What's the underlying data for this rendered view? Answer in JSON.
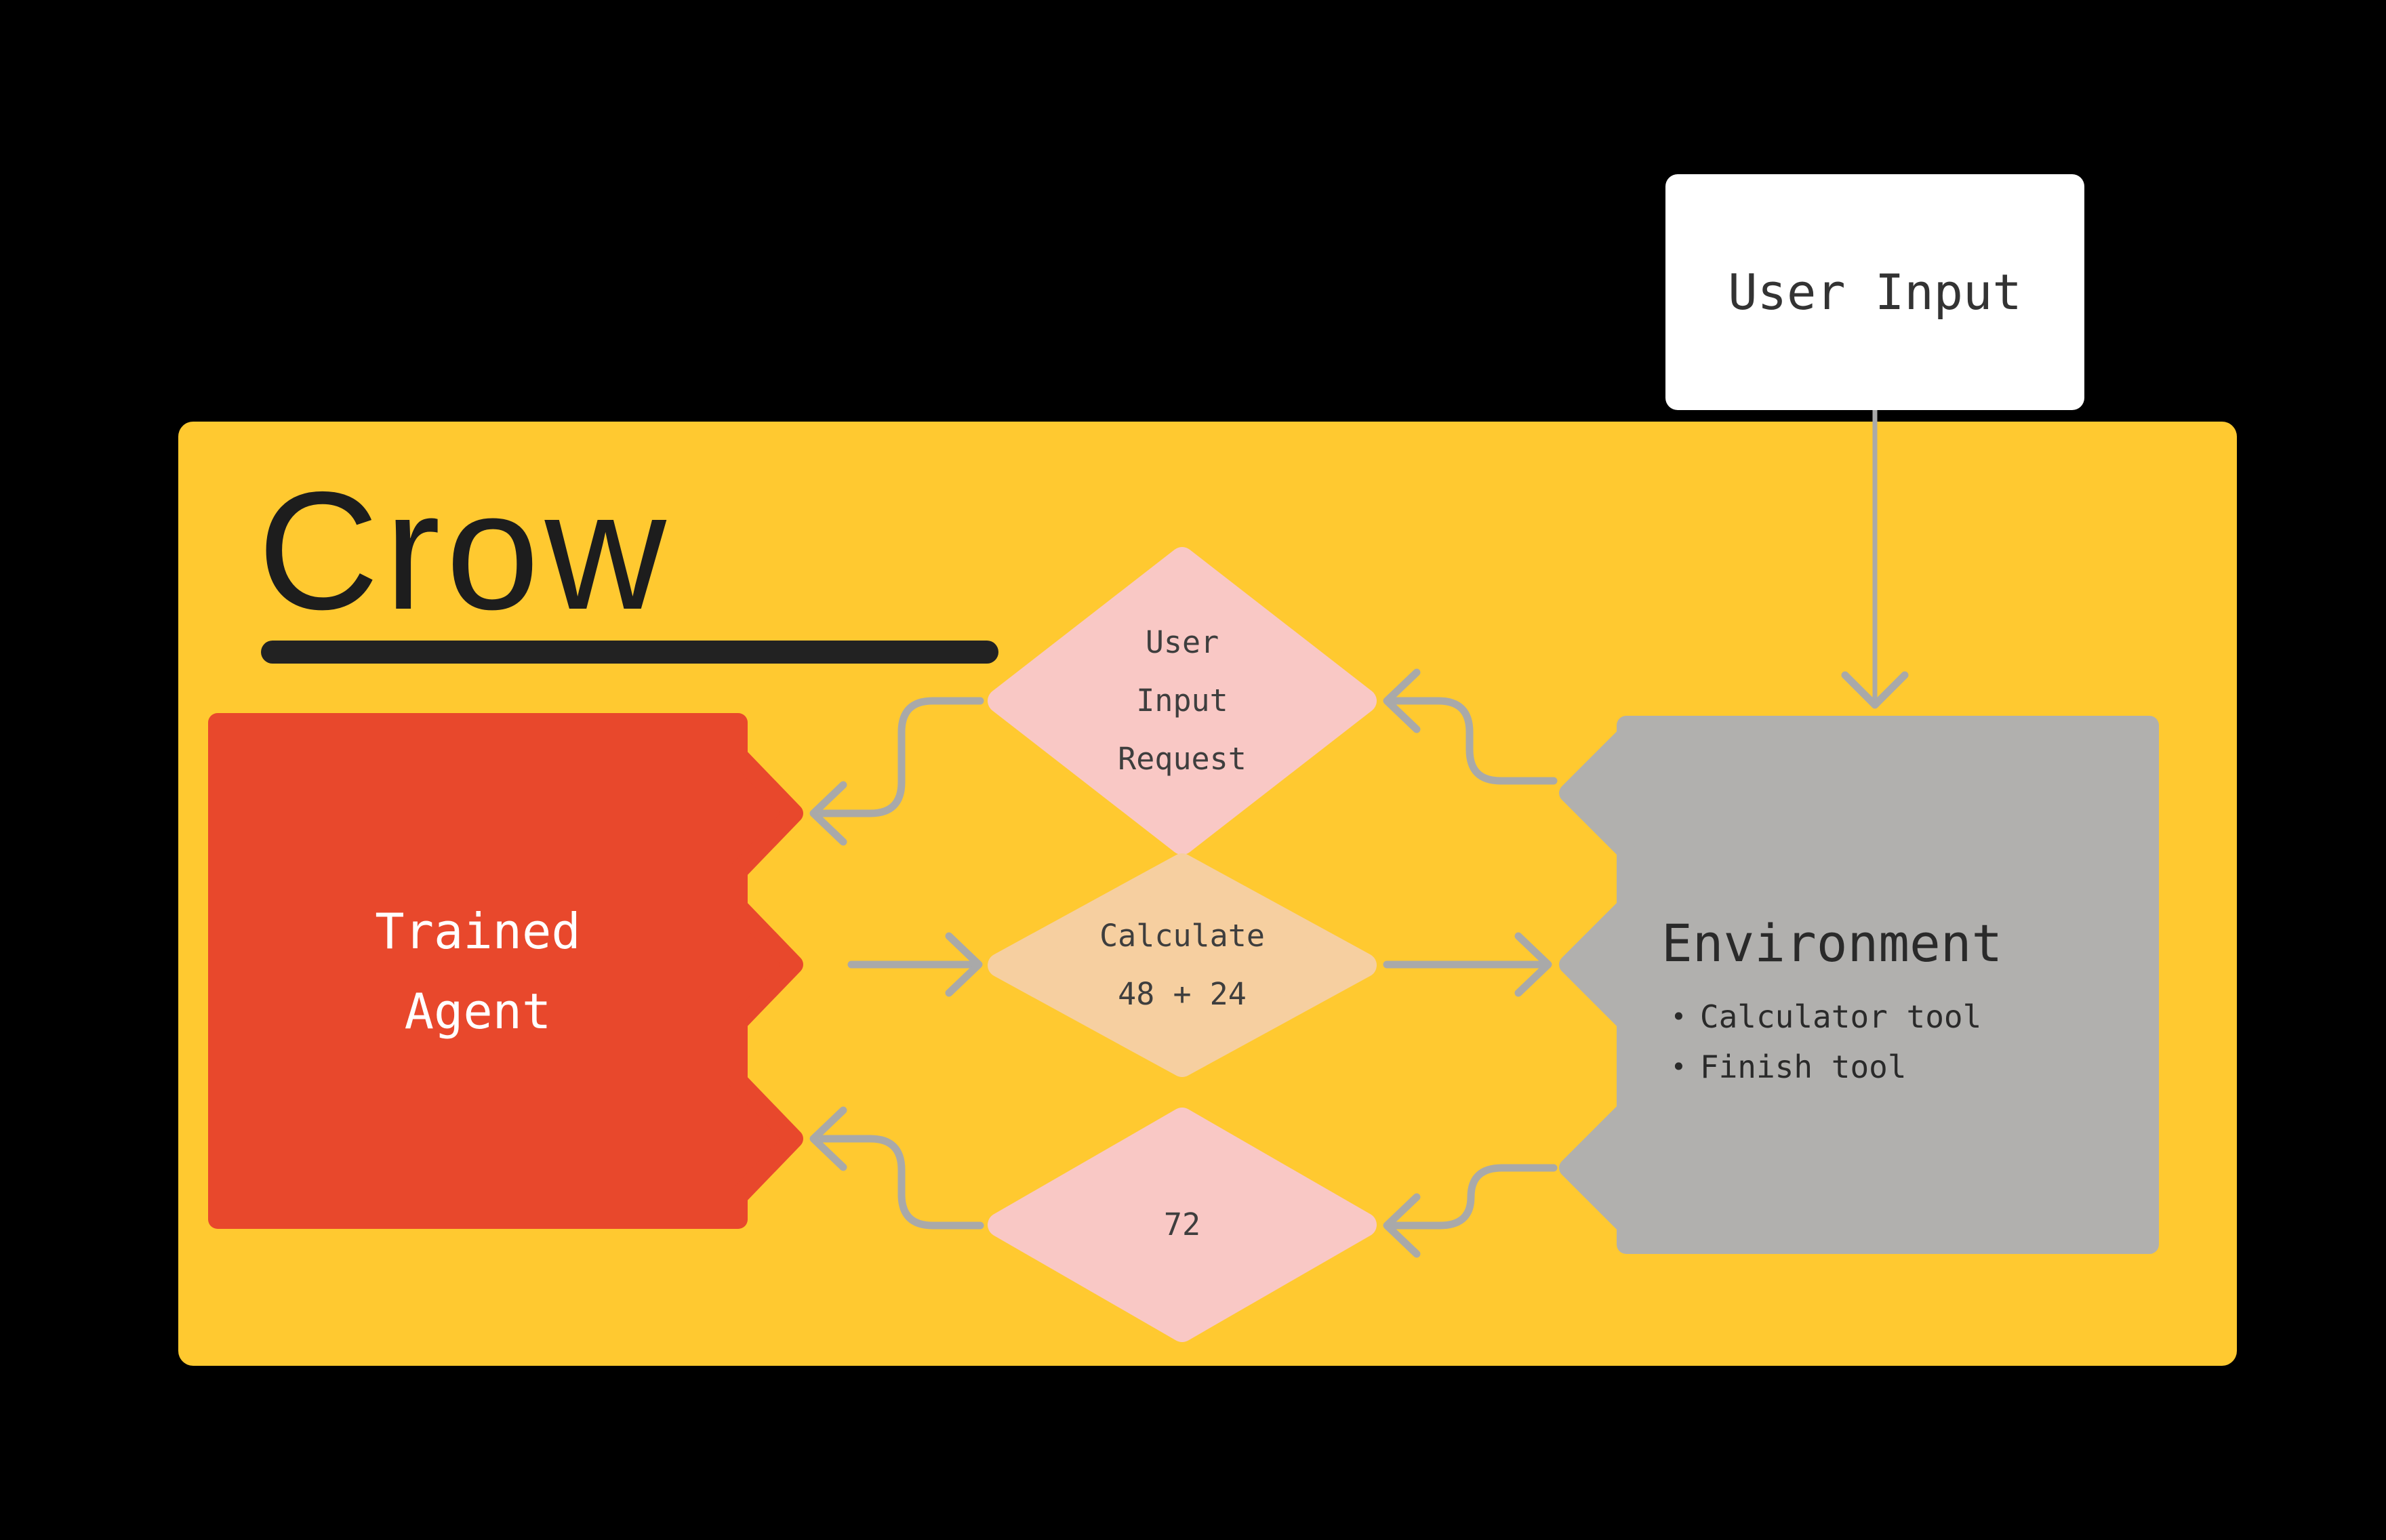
{
  "colors": {
    "background": "#000000",
    "panel_yellow": "#FFC930",
    "agent_red": "#E8482C",
    "diamond_pink": "#F9C8C5",
    "diamond_peach": "#F6CFA0",
    "environment_gray": "#B1B0AE",
    "arrow_gray": "#A9A9A9",
    "card_white": "#FFFFFF",
    "text_dark": "#2E2E2E"
  },
  "user_input_box": {
    "label": "User Input"
  },
  "panel": {
    "title": "Crow"
  },
  "trained_agent": {
    "lines": [
      "Trained",
      "Agent"
    ]
  },
  "diamonds": [
    {
      "lines": [
        "User",
        "Input",
        "Request"
      ]
    },
    {
      "lines": [
        "Calculate",
        "48 + 24"
      ]
    },
    {
      "lines": [
        "72"
      ]
    }
  ],
  "environment": {
    "title": "Environment",
    "bullet_char": "•",
    "tools": [
      "Calculator tool",
      "Finish tool"
    ]
  }
}
